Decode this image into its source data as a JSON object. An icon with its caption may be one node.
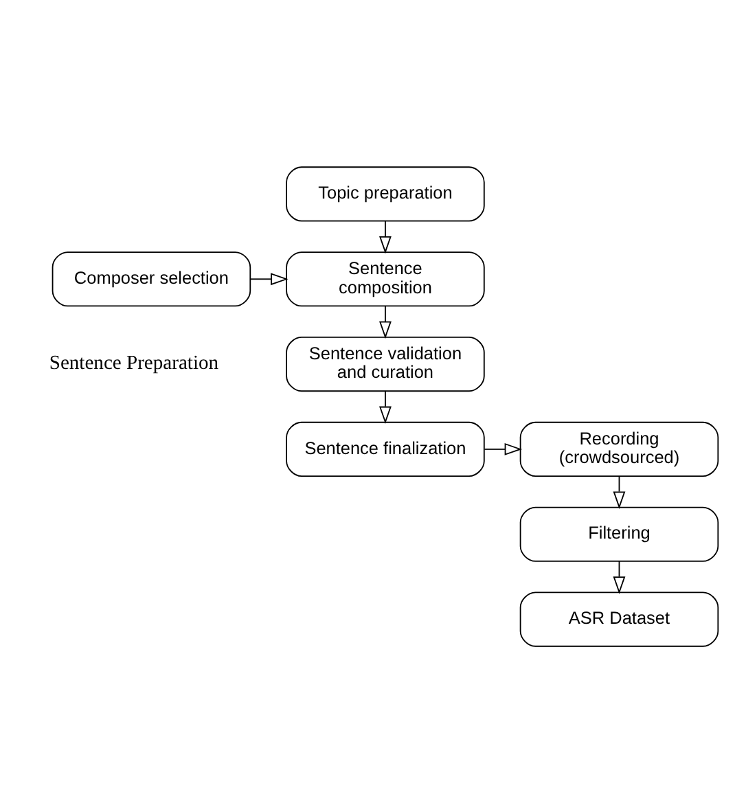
{
  "diagram": {
    "nodes": [
      {
        "text": [
          "Topic preparation"
        ]
      },
      {
        "text": [
          "Sentence composition"
        ]
      },
      {
        "text": [
          "Composer selection"
        ]
      },
      {
        "text": [
          "Sentence validation and curation"
        ]
      },
      {
        "text": [
          "Sentence finalization"
        ]
      },
      {
        "text": [
          "Recording (crowdsourced)"
        ]
      },
      {
        "text": [
          "Filtering"
        ]
      },
      {
        "text": [
          "ASR Dataset"
        ]
      }
    ],
    "edges": [
      {
        "from": 0,
        "to": 1,
        "arrow": "to"
      },
      {
        "from": 2,
        "to": 1,
        "arrow": "to"
      },
      {
        "from": 1,
        "to": 3,
        "arrow": "to"
      },
      {
        "from": 3,
        "to": 4,
        "arrow": "to"
      },
      {
        "from": 4,
        "to": 5,
        "arrow": "to"
      },
      {
        "from": 5,
        "to": 6,
        "arrow": "to"
      },
      {
        "from": 6,
        "to": 7,
        "arrow": "to"
      }
    ],
    "labels": [
      "Sentence Preparation"
    ]
  }
}
